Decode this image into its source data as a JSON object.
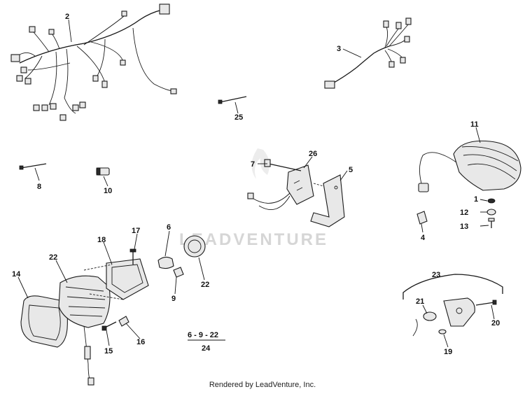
{
  "callouts": {
    "c1": "1",
    "c2": "2",
    "c3": "3",
    "c4": "4",
    "c5": "5",
    "c6": "6",
    "c7": "7",
    "c8": "8",
    "c9": "9",
    "c10": "10",
    "c11": "11",
    "c12": "12",
    "c13": "13",
    "c14": "14",
    "c15": "15",
    "c16": "16",
    "c17": "17",
    "c18": "18",
    "c19": "19",
    "c20": "20",
    "c21": "21",
    "c22a": "22",
    "c22b": "22",
    "c23": "23",
    "c24": "24",
    "c25": "25",
    "c26": "26"
  },
  "kit_note": {
    "group": "6 - 9 - 22",
    "number": "24"
  },
  "watermark": "LEADVENTURE",
  "footer": "Rendered by LeadVenture, Inc."
}
